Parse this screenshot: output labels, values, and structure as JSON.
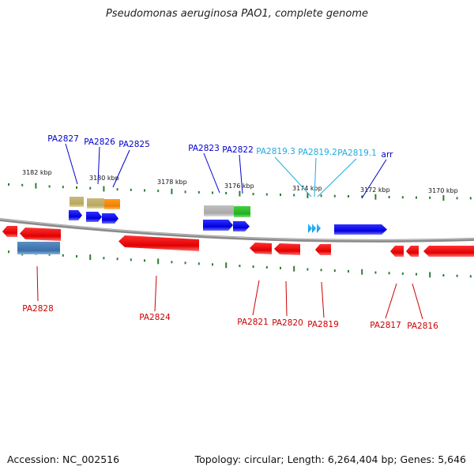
{
  "title": "Pseudomonas aeruginosa PAO1, complete genome",
  "footer": {
    "accession": "Accession: NC_002516",
    "summary": "Topology: circular; Length: 6,264,404 bp; Genes: 5,646"
  },
  "colors": {
    "forward_label": "#0000cc",
    "forward_label_light": "#22aadd",
    "reverse_label": "#cc0000",
    "backbone": "#888888",
    "tick": "#2e7d32"
  },
  "scale_labels": [
    "3182 kbp",
    "3180 kbp",
    "3178 kbp",
    "3176 kbp",
    "3174 kbp",
    "3172 kbp",
    "3170 kbp"
  ],
  "top_labels": [
    "PA2827",
    "PA2826",
    "PA2825",
    "PA2823",
    "PA2822",
    "PA2819.3",
    "PA2819.2",
    "PA2819.1",
    "arr"
  ],
  "bottom_labels": [
    "PA2828",
    "PA2824",
    "PA2821",
    "PA2820",
    "PA2819",
    "PA2817",
    "PA2816"
  ]
}
